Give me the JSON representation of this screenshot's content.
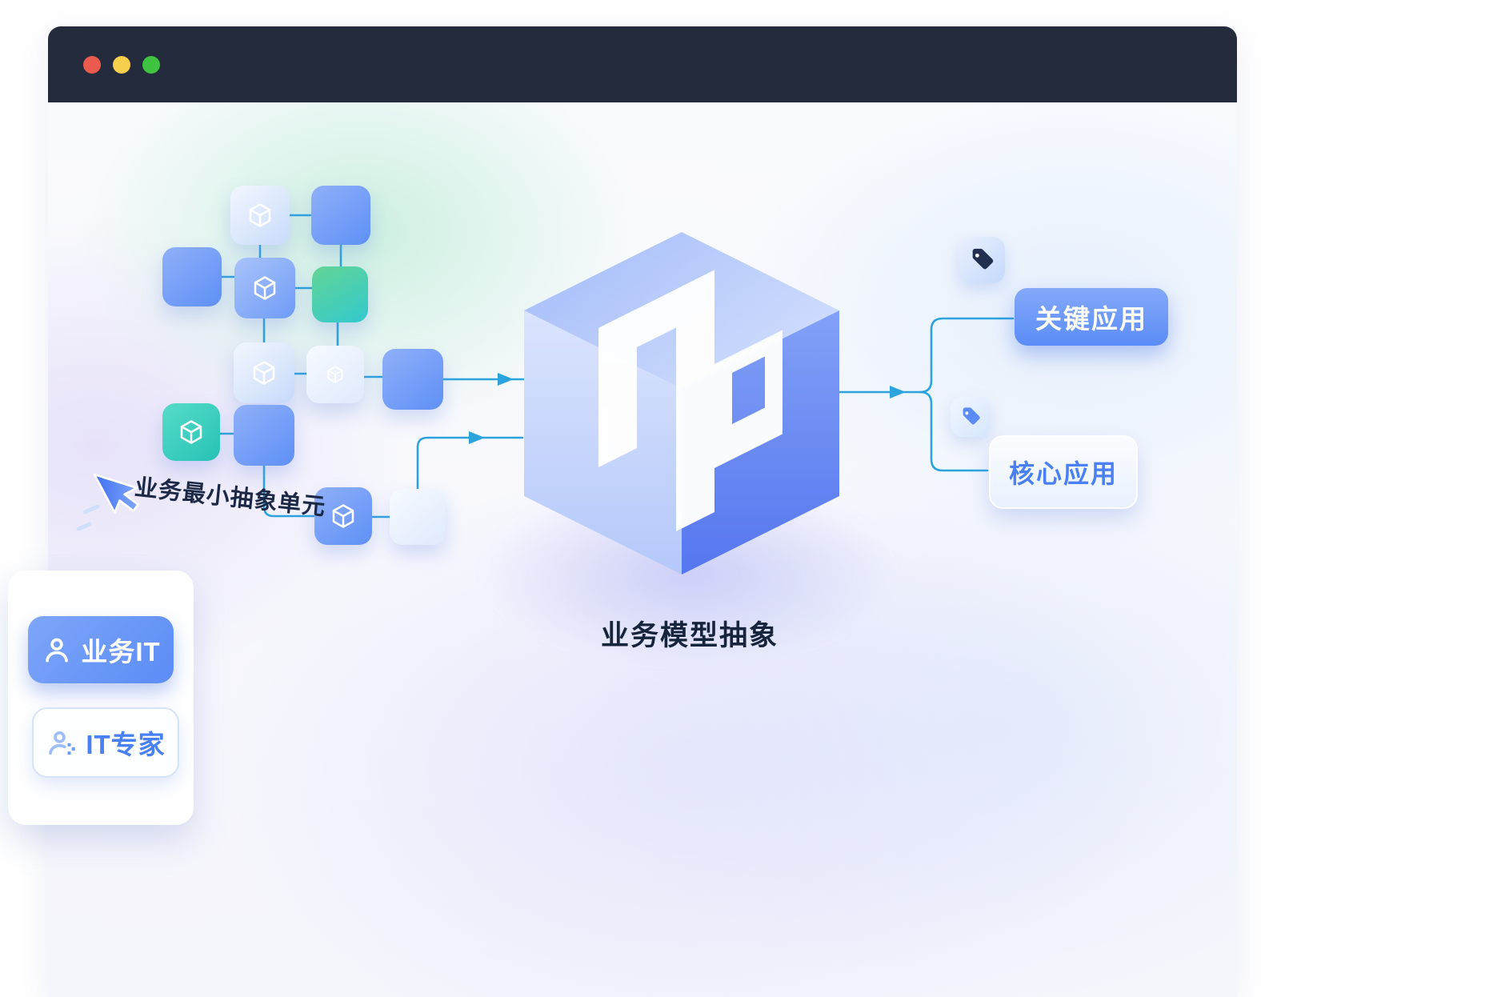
{
  "window": {
    "traffic_lights": [
      {
        "name": "close",
        "color": "#eb5a4e"
      },
      {
        "name": "minimize",
        "color": "#f6cf4c"
      },
      {
        "name": "maximize",
        "color": "#3fc341"
      }
    ],
    "header_color": "#232b3c"
  },
  "diagram": {
    "unit_pointer_label": "业务最小抽象单元",
    "cube_label": "业务模型抽象",
    "outputs": [
      {
        "label": "关键应用",
        "style": "solid-blue",
        "icon": "tag-icon"
      },
      {
        "label": "核心应用",
        "style": "light",
        "icon": "tag-icon"
      }
    ],
    "roles": [
      {
        "label": "业务IT",
        "style": "solid-blue",
        "icon": "person-icon"
      },
      {
        "label": "IT专家",
        "style": "light-outline",
        "icon": "person-pixel-icon"
      }
    ],
    "icons": {
      "unit_node": "cube-3d-icon",
      "pointer": "cursor-arrow-icon"
    },
    "colors": {
      "connector": "#2ba3dc",
      "node_blue": "#5f90f6",
      "node_teal": "#27c2b6",
      "node_green": "#33c9cf",
      "cube_right_face": "#5f85f3",
      "cube_left_face": "#ccd9fb",
      "pill_blue": "#5d8ef6",
      "pill_text_blue": "#4a80f5",
      "label_text": "#17243d"
    }
  }
}
